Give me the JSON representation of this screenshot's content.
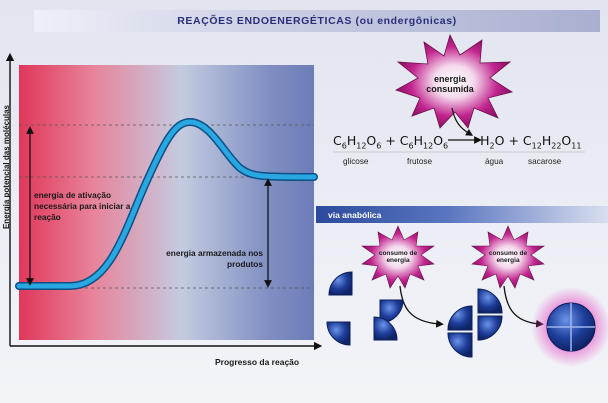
{
  "title": "REAÇÕES  ENDOENERGÉTICAS (ou endergônicas)",
  "chart": {
    "y_axis_label": "Energia potencial das moléculas",
    "x_axis_label": "Progresso da reação",
    "activation_label": "energia de ativação necessária para iniciar a reação",
    "stored_label": "energia armazenada nos produtos"
  },
  "burst_main": "energia consumida",
  "equation": {
    "label_glicose": "glicose",
    "label_frutose": "frutose",
    "label_agua": "água",
    "label_sacarose": "sacarose"
  },
  "via_label": "via anabólica",
  "burst_small_1": "consumo de energia",
  "burst_small_2": "consumo de energia",
  "colors": {
    "curve": "#29a7e1",
    "title_text": "#2a2f7a",
    "burst": "#b8208a",
    "pieces": "#1e3e9a"
  }
}
